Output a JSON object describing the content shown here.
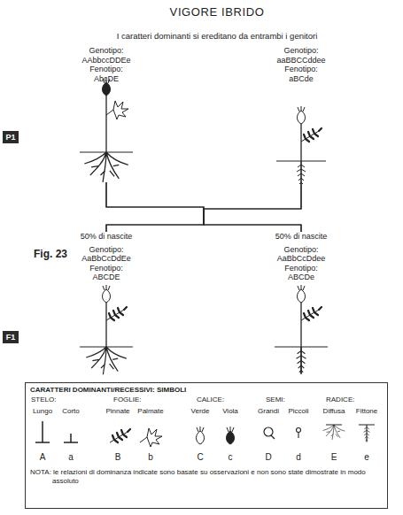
{
  "diagram": {
    "title": "VIGORE IBRIDO",
    "nodes": [
      {
        "text": [
          "Genotipo: AAbbccDDEe",
          "Fenotipo: AbcDE"
        ]
      },
      {
        "text": [
          "Genotipo: aaBBCCddee",
          "Fenotipo: aBCde"
        ]
      },
      {
        "text": [
          "P1"
        ]
      },
      {
        "text": [
          "50% di nascite",
          "Genotipo: AaBbCcDdEe",
          "Fenotipo: ABCDE"
        ]
      },
      {
        "text": [
          "50% di nascite",
          "Genotipo: AaBbCcDdee",
          "Fenotipo: ABCDe"
        ]
      },
      {
        "text": [
          "F1"
        ]
      },
      {
        "text": [
          "CARATTERI DOMINANTI/RECESSIVI: SIMBOLI",
          "NOTA: le relazioni di dominanza indicate sono basate su osservazioni e non sono state dimostrate in modo assoluto"
        ]
      }
    ],
    "edges": [
      {
        "from": 0,
        "to": 3,
        "arrow": "none"
      },
      {
        "from": 0,
        "to": 4,
        "arrow": "none"
      },
      {
        "from": 1,
        "to": 3,
        "arrow": "none"
      },
      {
        "from": 1,
        "to": 4,
        "arrow": "none"
      }
    ],
    "labels": [
      "I caratteri dominanti si ereditano da entrambi i genitori",
      "Fig. 23",
      "STELO:",
      "FOGLIE:",
      "CALICE:",
      "SEMI:",
      "RADICE:",
      "A",
      "a",
      "B",
      "b",
      "C",
      "c",
      "D",
      "d",
      "E",
      "e"
    ],
    "legend": [
      {
        "text": "Lungo"
      },
      {
        "text": "Corto"
      },
      {
        "text": "Pinnate"
      },
      {
        "text": "Palmate"
      },
      {
        "text": "Verde"
      },
      {
        "text": "Viola"
      },
      {
        "text": "Grandi"
      },
      {
        "text": "Piccoli"
      },
      {
        "text": "Diffusa"
      },
      {
        "text": "Fittone"
      }
    ]
  }
}
